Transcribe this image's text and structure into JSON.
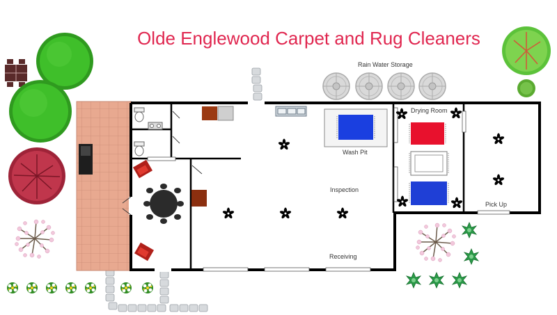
{
  "title": "Olde Englewood Carpet and Rug Cleaners",
  "labels": {
    "rain_water_storage": "Rain Water Storage",
    "drying_room": "Drying Room",
    "wash_pit": "Wash Pit",
    "inspection": "Inspection",
    "receiving": "Receiving",
    "pick_up": "Pick Up"
  },
  "icons": {
    "fan": "ceiling-fan-icon",
    "tree": "tree-icon",
    "shrub": "shrub-icon",
    "flower": "flower-icon",
    "tank": "water-tank-icon",
    "rug": "rug-icon"
  },
  "colors": {
    "title": "#e0264f",
    "patio": "#e8a990",
    "wall": "#000000",
    "tree_green": "#3fbf2a",
    "tree_red": "#c0364c",
    "rug_red": "#e8112d",
    "rug_blue": "#1f3fd6",
    "wash_blue": "#1a3fe0"
  }
}
